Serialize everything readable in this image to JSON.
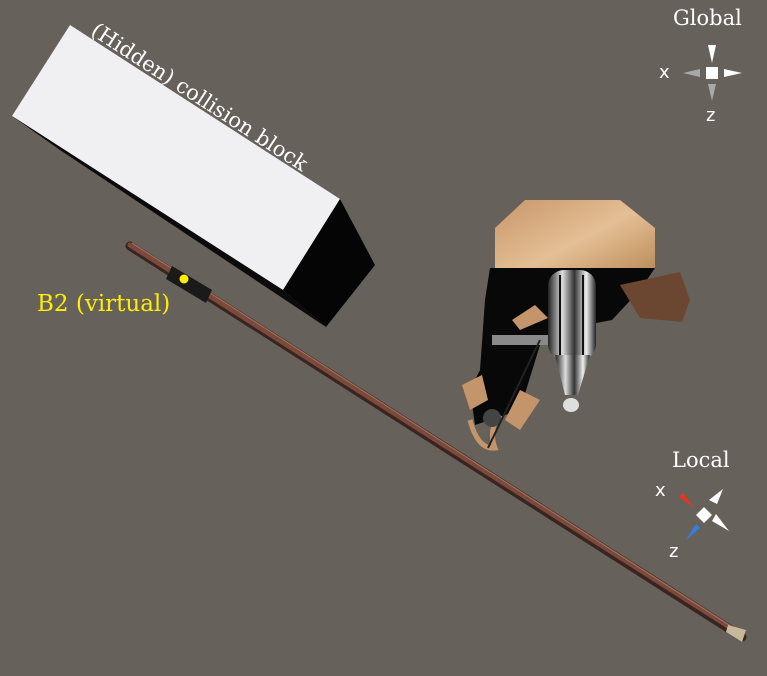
{
  "scene": {
    "background": "#67615c",
    "collision_label": "(Hidden) collision block",
    "bow_label": "B2 (virtual)",
    "bow_label_color": "#ffee00"
  },
  "global_gizmo": {
    "title": "Global",
    "axis_x": "x",
    "axis_z": "z"
  },
  "local_gizmo": {
    "title": "Local",
    "axis_x": "x",
    "axis_z": "z",
    "x_color": "#e8341c",
    "z_color": "#2f7fe8"
  }
}
